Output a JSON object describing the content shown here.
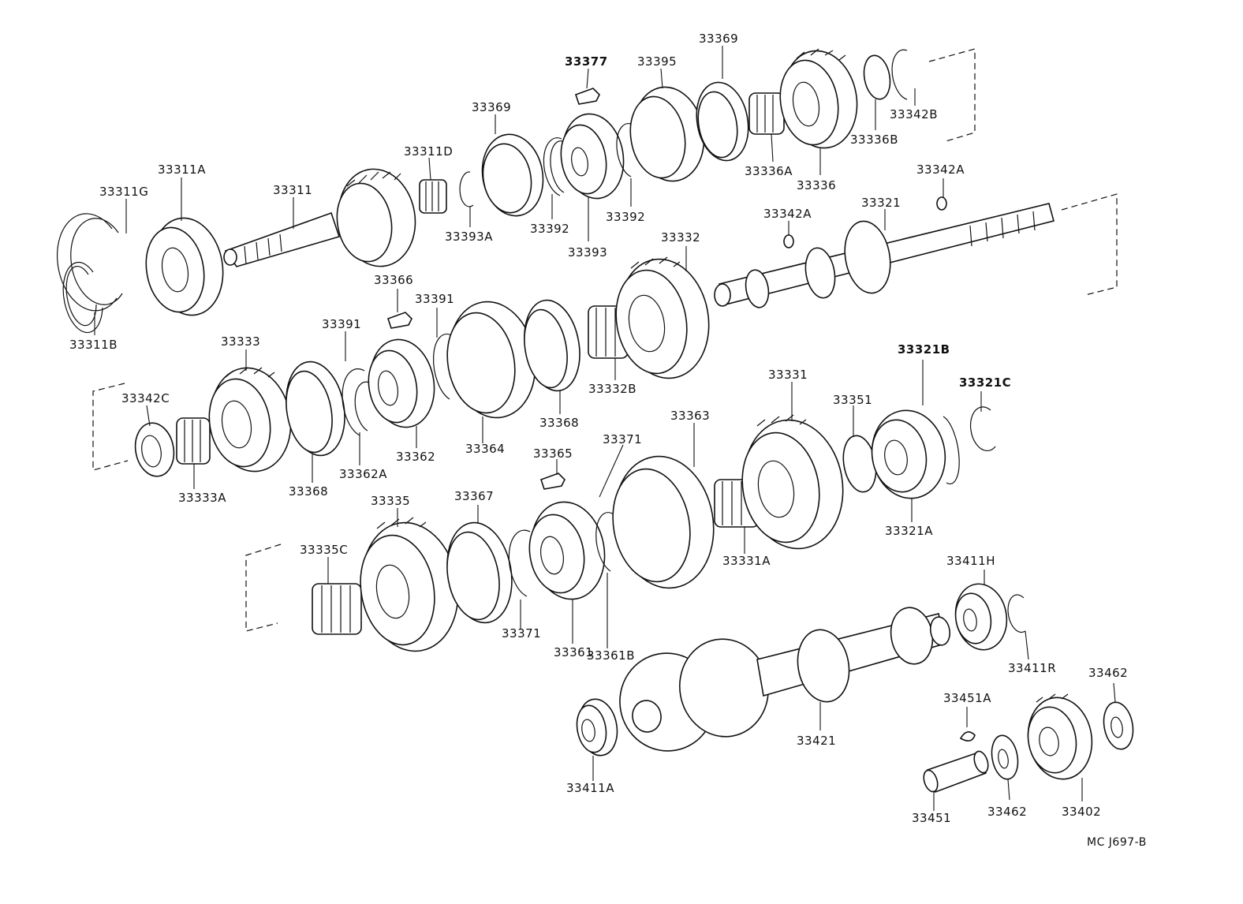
{
  "diagram": {
    "code": "MC J697-B",
    "labels": {
      "l33377": "33377",
      "l33395": "33395",
      "l33369a": "33369",
      "l33369b": "33369",
      "l33342B": "33342B",
      "l33336B": "33336B",
      "l33336A": "33336A",
      "l33336": "33336",
      "l33311D": "33311D",
      "l33393A": "33393A",
      "l33392a": "33392",
      "l33392b": "33392",
      "l33393": "33393",
      "l33311A": "33311A",
      "l33311G": "33311G",
      "l33311": "33311",
      "l33311B": "33311B",
      "l33342Aa": "33342A",
      "l33342Ab": "33342A",
      "l33321": "33321",
      "l33332": "33332",
      "l33366": "33366",
      "l33391a": "33391",
      "l33391b": "33391",
      "l33333": "33333",
      "l33332B": "33332B",
      "l33368a": "33368",
      "l33368b": "33368",
      "l33364": "33364",
      "l33362": "33362",
      "l33362A": "33362A",
      "l33342C": "33342C",
      "l33333A": "33333A",
      "l33321B": "33321B",
      "l33321C": "33321C",
      "l33331": "33331",
      "l33351": "33351",
      "l33363": "33363",
      "l33371a": "33371",
      "l33371b": "33371",
      "l33365": "33365",
      "l33335": "33335",
      "l33367": "33367",
      "l33335C": "33335C",
      "l33331A": "33331A",
      "l33321A": "33321A",
      "l33361B": "33361B",
      "l33361": "33361",
      "l33411H": "33411H",
      "l33411R": "33411R",
      "l33462a": "33462",
      "l33462b": "33462",
      "l33451A": "33451A",
      "l33421": "33421",
      "l33411A": "33411A",
      "l33451": "33451",
      "l33402": "33402"
    }
  }
}
